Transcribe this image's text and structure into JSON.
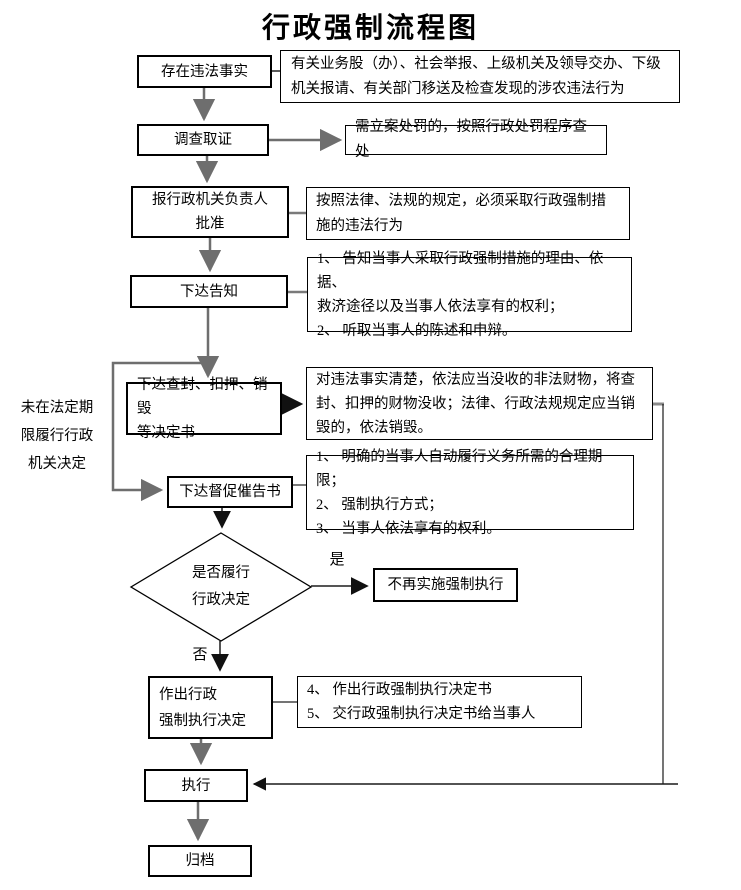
{
  "title": "行政强制流程图",
  "colors": {
    "box_border": "#000000",
    "connector_gray": "#777777",
    "connector_black": "#1a1a1a"
  },
  "nodes": {
    "exist": "存在违法事实",
    "investigate": "调查取证",
    "approve": "报行政机关负责人\n批准",
    "notify": "下达告知",
    "seal": "下达查封、扣押、销毁\n等决定书",
    "urge": "下达督促催告书",
    "decision": "是否履行\n行政决定",
    "no_enforce": "不再实施强制执行",
    "decide": "作出行政\n强制执行决定",
    "execute": "执行",
    "archive": "归档"
  },
  "notes": {
    "source": "有关业务股（办）、社会举报、上级机关及领导交办、下级机关报请、有关部门移送及检查发现的涉农违法行为",
    "punish": "需立案处罚的，按照行政处罚程序查处",
    "legal": "按照法律、法规的规定，必须采取行政强制措施的违法行为",
    "notify_detail": "1、 告知当事人采取行政强制措施的理由、依据、\n救济途径以及当事人依法享有的权利；\n2、 听取当事人的陈述和申辩。",
    "seal_detail": "对违法事实清楚，依法应当没收的非法财物，将查封、扣押的财物没收；法律、行政法规规定应当销毁的，依法销毁。",
    "urge_detail": "1、 明确的当事人自动履行义务所需的合理期限；\n2、 强制执行方式；\n3、 当事人依法享有的权利。",
    "decide_detail": "4、 作出行政强制执行决定书\n5、 交行政强制执行决定书给当事人"
  },
  "labels": {
    "left_note": "未在法定期\n限履行行政\n机关决定",
    "yes": "是",
    "no": "否"
  }
}
